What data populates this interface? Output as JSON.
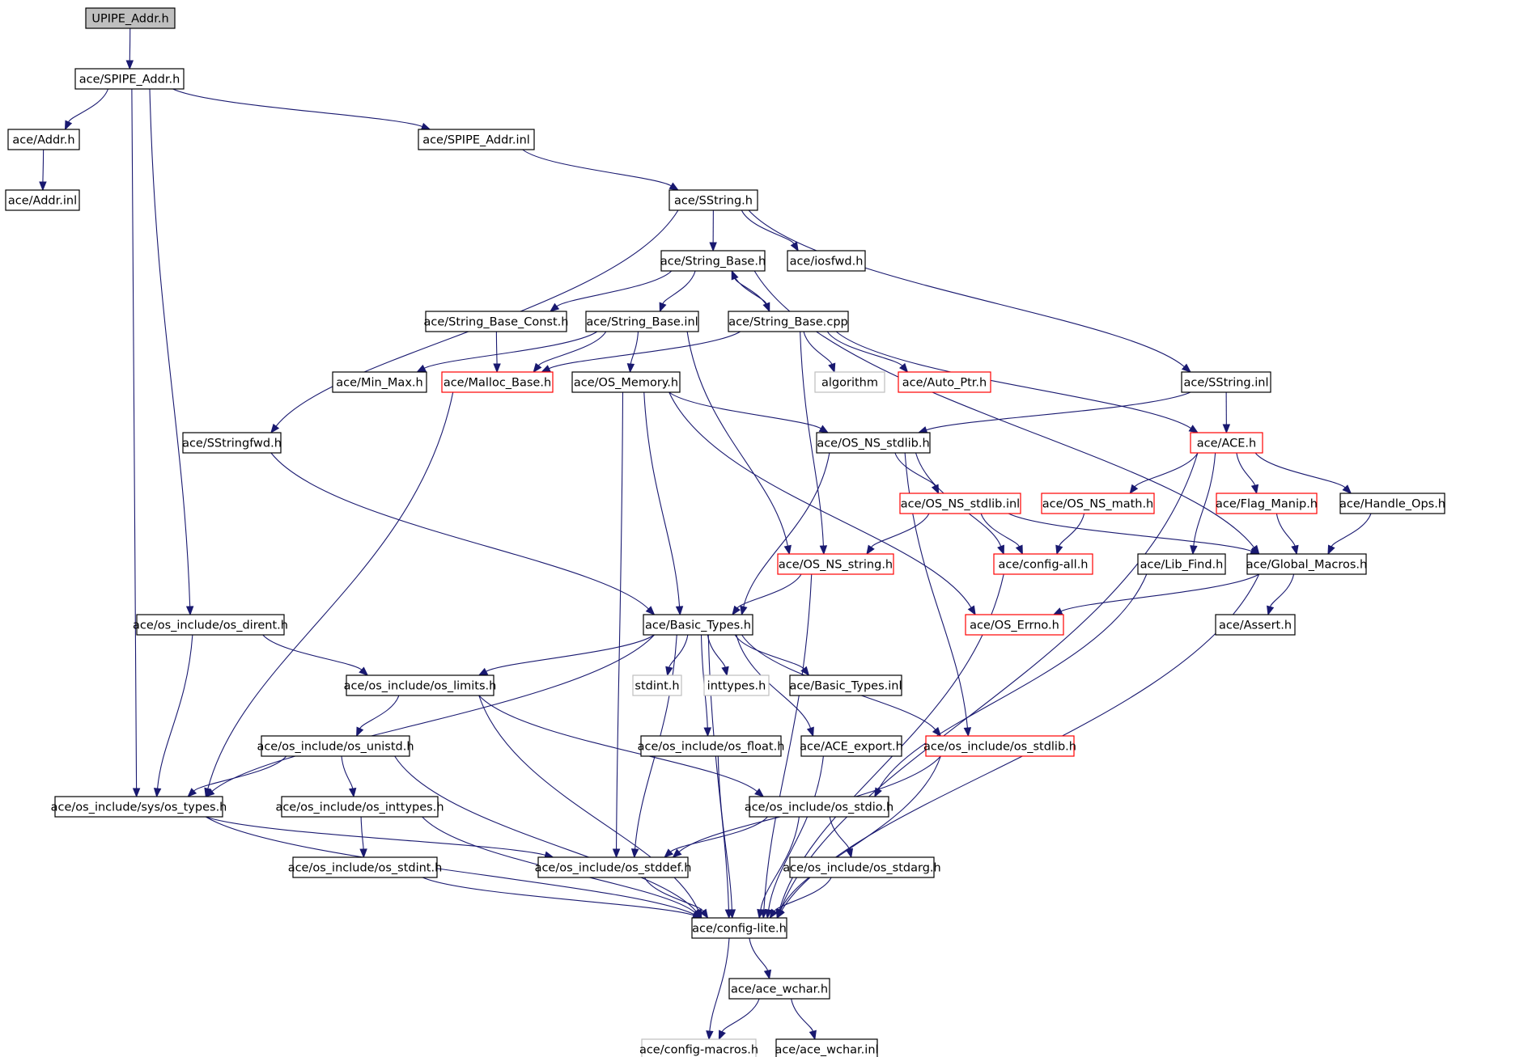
{
  "title": "UPIPE_Addr.h",
  "colors": {
    "edge": "#191970",
    "normal_border": "#000000",
    "truncated_border": "#ff0000",
    "external_border": "#bfbfbf",
    "root_fill": "#bfbfbf"
  },
  "nodes": [
    {
      "id": "upipe_addr_h",
      "label": "UPIPE_Addr.h",
      "style": "root"
    },
    {
      "id": "spipe_addr_h",
      "label": "ace/SPIPE_Addr.h",
      "style": "normal"
    },
    {
      "id": "addr_h",
      "label": "ace/Addr.h",
      "style": "normal"
    },
    {
      "id": "spipe_addr_inl",
      "label": "ace/SPIPE_Addr.inl",
      "style": "normal"
    },
    {
      "id": "addr_inl",
      "label": "ace/Addr.inl",
      "style": "normal"
    },
    {
      "id": "sstring_h",
      "label": "ace/SString.h",
      "style": "normal"
    },
    {
      "id": "string_base_h",
      "label": "ace/String_Base.h",
      "style": "normal"
    },
    {
      "id": "iosfwd_h",
      "label": "ace/iosfwd.h",
      "style": "normal"
    },
    {
      "id": "string_base_const_h",
      "label": "ace/String_Base_Const.h",
      "style": "normal"
    },
    {
      "id": "string_base_inl",
      "label": "ace/String_Base.inl",
      "style": "normal"
    },
    {
      "id": "string_base_cpp",
      "label": "ace/String_Base.cpp",
      "style": "normal"
    },
    {
      "id": "min_max_h",
      "label": "ace/Min_Max.h",
      "style": "normal"
    },
    {
      "id": "malloc_base_h",
      "label": "ace/Malloc_Base.h",
      "style": "truncated"
    },
    {
      "id": "os_memory_h",
      "label": "ace/OS_Memory.h",
      "style": "normal"
    },
    {
      "id": "algorithm",
      "label": "algorithm",
      "style": "external"
    },
    {
      "id": "auto_ptr_h",
      "label": "ace/Auto_Ptr.h",
      "style": "truncated"
    },
    {
      "id": "sstring_inl",
      "label": "ace/SString.inl",
      "style": "normal"
    },
    {
      "id": "sstringfwd_h",
      "label": "ace/SStringfwd.h",
      "style": "normal"
    },
    {
      "id": "os_ns_stdlib_h",
      "label": "ace/OS_NS_stdlib.h",
      "style": "normal"
    },
    {
      "id": "ace_h",
      "label": "ace/ACE.h",
      "style": "truncated"
    },
    {
      "id": "os_ns_stdlib_inl",
      "label": "ace/OS_NS_stdlib.inl",
      "style": "truncated"
    },
    {
      "id": "os_ns_math_h",
      "label": "ace/OS_NS_math.h",
      "style": "truncated"
    },
    {
      "id": "flag_manip_h",
      "label": "ace/Flag_Manip.h",
      "style": "truncated"
    },
    {
      "id": "handle_ops_h",
      "label": "ace/Handle_Ops.h",
      "style": "normal"
    },
    {
      "id": "os_ns_string_h",
      "label": "ace/OS_NS_string.h",
      "style": "truncated"
    },
    {
      "id": "config_all_h",
      "label": "ace/config-all.h",
      "style": "truncated"
    },
    {
      "id": "lib_find_h",
      "label": "ace/Lib_Find.h",
      "style": "normal"
    },
    {
      "id": "global_macros_h",
      "label": "ace/Global_Macros.h",
      "style": "normal"
    },
    {
      "id": "os_dirent_h",
      "label": "ace/os_include/os_dirent.h",
      "style": "normal"
    },
    {
      "id": "basic_types_h",
      "label": "ace/Basic_Types.h",
      "style": "normal"
    },
    {
      "id": "os_errno_h",
      "label": "ace/OS_Errno.h",
      "style": "truncated"
    },
    {
      "id": "assert_h",
      "label": "ace/Assert.h",
      "style": "normal"
    },
    {
      "id": "os_limits_h",
      "label": "ace/os_include/os_limits.h",
      "style": "normal"
    },
    {
      "id": "stdint_h",
      "label": "stdint.h",
      "style": "external"
    },
    {
      "id": "inttypes_h",
      "label": "inttypes.h",
      "style": "external"
    },
    {
      "id": "basic_types_inl",
      "label": "ace/Basic_Types.inl",
      "style": "normal"
    },
    {
      "id": "os_unistd_h",
      "label": "ace/os_include/os_unistd.h",
      "style": "normal"
    },
    {
      "id": "os_float_h",
      "label": "ace/os_include/os_float.h",
      "style": "normal"
    },
    {
      "id": "ace_export_h",
      "label": "ace/ACE_export.h",
      "style": "normal"
    },
    {
      "id": "os_stdlib_h",
      "label": "ace/os_include/os_stdlib.h",
      "style": "truncated"
    },
    {
      "id": "os_types_h",
      "label": "ace/os_include/sys/os_types.h",
      "style": "normal"
    },
    {
      "id": "os_inttypes_h",
      "label": "ace/os_include/os_inttypes.h",
      "style": "normal"
    },
    {
      "id": "os_stdio_h",
      "label": "ace/os_include/os_stdio.h",
      "style": "normal"
    },
    {
      "id": "os_stdint_h",
      "label": "ace/os_include/os_stdint.h",
      "style": "normal"
    },
    {
      "id": "os_stddef_h",
      "label": "ace/os_include/os_stddef.h",
      "style": "normal"
    },
    {
      "id": "os_stdarg_h",
      "label": "ace/os_include/os_stdarg.h",
      "style": "normal"
    },
    {
      "id": "config_lite_h",
      "label": "ace/config-lite.h",
      "style": "normal"
    },
    {
      "id": "ace_wchar_h",
      "label": "ace/ace_wchar.h",
      "style": "normal"
    },
    {
      "id": "config_macros_h",
      "label": "ace/config-macros.h",
      "style": "external"
    },
    {
      "id": "ace_wchar_inl",
      "label": "ace/ace_wchar.inl",
      "style": "normal"
    }
  ],
  "edges": [
    {
      "from": "upipe_addr_h",
      "to": "spipe_addr_h"
    },
    {
      "from": "spipe_addr_h",
      "to": "addr_h"
    },
    {
      "from": "spipe_addr_h",
      "to": "spipe_addr_inl"
    },
    {
      "from": "spipe_addr_h",
      "to": "os_types_h"
    },
    {
      "from": "spipe_addr_h",
      "to": "os_dirent_h"
    },
    {
      "from": "addr_h",
      "to": "addr_inl"
    },
    {
      "from": "spipe_addr_inl",
      "to": "sstring_h"
    },
    {
      "from": "sstring_h",
      "to": "string_base_h"
    },
    {
      "from": "sstring_h",
      "to": "iosfwd_h"
    },
    {
      "from": "sstring_h",
      "to": "sstringfwd_h"
    },
    {
      "from": "sstring_h",
      "to": "sstring_inl"
    },
    {
      "from": "string_base_h",
      "to": "string_base_const_h"
    },
    {
      "from": "string_base_h",
      "to": "string_base_inl"
    },
    {
      "from": "string_base_h",
      "to": "string_base_cpp"
    },
    {
      "from": "string_base_h",
      "to": "global_macros_h"
    },
    {
      "from": "string_base_cpp",
      "to": "string_base_h"
    },
    {
      "from": "string_base_const_h",
      "to": "malloc_base_h"
    },
    {
      "from": "string_base_inl",
      "to": "min_max_h"
    },
    {
      "from": "string_base_inl",
      "to": "malloc_base_h"
    },
    {
      "from": "string_base_inl",
      "to": "os_memory_h"
    },
    {
      "from": "string_base_inl",
      "to": "os_ns_string_h"
    },
    {
      "from": "string_base_cpp",
      "to": "malloc_base_h"
    },
    {
      "from": "string_base_cpp",
      "to": "algorithm"
    },
    {
      "from": "string_base_cpp",
      "to": "auto_ptr_h"
    },
    {
      "from": "string_base_cpp",
      "to": "ace_h"
    },
    {
      "from": "string_base_cpp",
      "to": "os_ns_string_h"
    },
    {
      "from": "malloc_base_h",
      "to": "os_types_h"
    },
    {
      "from": "os_memory_h",
      "to": "os_ns_stdlib_h"
    },
    {
      "from": "os_memory_h",
      "to": "basic_types_h"
    },
    {
      "from": "os_memory_h",
      "to": "os_errno_h"
    },
    {
      "from": "os_memory_h",
      "to": "os_stddef_h"
    },
    {
      "from": "sstring_inl",
      "to": "os_ns_stdlib_h"
    },
    {
      "from": "sstring_inl",
      "to": "ace_h"
    },
    {
      "from": "sstringfwd_h",
      "to": "basic_types_h"
    },
    {
      "from": "os_ns_stdlib_h",
      "to": "os_ns_stdlib_inl"
    },
    {
      "from": "os_ns_stdlib_h",
      "to": "config_all_h"
    },
    {
      "from": "os_ns_stdlib_h",
      "to": "basic_types_h"
    },
    {
      "from": "os_ns_stdlib_h",
      "to": "os_stdlib_h"
    },
    {
      "from": "ace_h",
      "to": "os_ns_math_h"
    },
    {
      "from": "ace_h",
      "to": "flag_manip_h"
    },
    {
      "from": "ace_h",
      "to": "handle_ops_h"
    },
    {
      "from": "ace_h",
      "to": "lib_find_h"
    },
    {
      "from": "ace_h",
      "to": "config_lite_h"
    },
    {
      "from": "os_ns_stdlib_inl",
      "to": "os_ns_string_h"
    },
    {
      "from": "os_ns_stdlib_inl",
      "to": "config_all_h"
    },
    {
      "from": "os_ns_stdlib_inl",
      "to": "global_macros_h"
    },
    {
      "from": "os_ns_math_h",
      "to": "config_all_h"
    },
    {
      "from": "flag_manip_h",
      "to": "global_macros_h"
    },
    {
      "from": "handle_ops_h",
      "to": "global_macros_h"
    },
    {
      "from": "os_ns_string_h",
      "to": "basic_types_h"
    },
    {
      "from": "os_ns_string_h",
      "to": "config_lite_h"
    },
    {
      "from": "config_all_h",
      "to": "config_lite_h"
    },
    {
      "from": "lib_find_h",
      "to": "os_stdio_h"
    },
    {
      "from": "global_macros_h",
      "to": "os_errno_h"
    },
    {
      "from": "global_macros_h",
      "to": "assert_h"
    },
    {
      "from": "global_macros_h",
      "to": "config_lite_h"
    },
    {
      "from": "os_dirent_h",
      "to": "os_limits_h"
    },
    {
      "from": "os_dirent_h",
      "to": "os_types_h"
    },
    {
      "from": "basic_types_h",
      "to": "os_limits_h"
    },
    {
      "from": "basic_types_h",
      "to": "stdint_h"
    },
    {
      "from": "basic_types_h",
      "to": "inttypes_h"
    },
    {
      "from": "basic_types_h",
      "to": "basic_types_inl"
    },
    {
      "from": "basic_types_h",
      "to": "os_float_h"
    },
    {
      "from": "basic_types_h",
      "to": "ace_export_h"
    },
    {
      "from": "basic_types_h",
      "to": "os_stdlib_h"
    },
    {
      "from": "basic_types_h",
      "to": "os_types_h"
    },
    {
      "from": "basic_types_h",
      "to": "os_stddef_h"
    },
    {
      "from": "basic_types_h",
      "to": "config_lite_h"
    },
    {
      "from": "os_limits_h",
      "to": "os_unistd_h"
    },
    {
      "from": "os_limits_h",
      "to": "os_stdio_h"
    },
    {
      "from": "os_limits_h",
      "to": "config_lite_h"
    },
    {
      "from": "os_unistd_h",
      "to": "os_types_h"
    },
    {
      "from": "os_unistd_h",
      "to": "os_inttypes_h"
    },
    {
      "from": "os_unistd_h",
      "to": "config_lite_h"
    },
    {
      "from": "os_float_h",
      "to": "config_lite_h"
    },
    {
      "from": "ace_export_h",
      "to": "config_lite_h"
    },
    {
      "from": "os_stdlib_h",
      "to": "os_stddef_h"
    },
    {
      "from": "os_stdlib_h",
      "to": "config_lite_h"
    },
    {
      "from": "os_types_h",
      "to": "os_stddef_h"
    },
    {
      "from": "os_types_h",
      "to": "config_lite_h"
    },
    {
      "from": "os_inttypes_h",
      "to": "os_stdint_h"
    },
    {
      "from": "os_inttypes_h",
      "to": "config_lite_h"
    },
    {
      "from": "os_stdio_h",
      "to": "os_stddef_h"
    },
    {
      "from": "os_stdio_h",
      "to": "os_stdarg_h"
    },
    {
      "from": "os_stdio_h",
      "to": "config_lite_h"
    },
    {
      "from": "os_stdint_h",
      "to": "config_lite_h"
    },
    {
      "from": "os_stddef_h",
      "to": "config_lite_h"
    },
    {
      "from": "os_stdarg_h",
      "to": "config_lite_h"
    },
    {
      "from": "config_lite_h",
      "to": "ace_wchar_h"
    },
    {
      "from": "config_lite_h",
      "to": "config_macros_h"
    },
    {
      "from": "ace_wchar_h",
      "to": "config_macros_h"
    },
    {
      "from": "ace_wchar_h",
      "to": "ace_wchar_inl"
    }
  ]
}
